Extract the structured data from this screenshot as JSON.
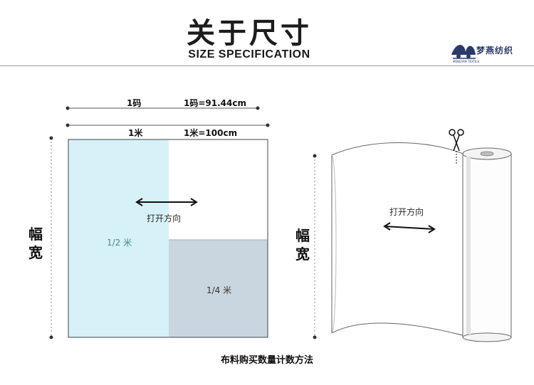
{
  "header": {
    "title_cn": "关于尺寸",
    "title_en": "SIZE SPECIFICATION",
    "logo_text": "梦燕纺织"
  },
  "left_diagram": {
    "yard_label": "1码",
    "yard_value": "1码=91.44cm",
    "meter_label": "1米",
    "meter_value": "1米=100cm",
    "direction_label": "打开方向",
    "half_label": "1/2 米",
    "quarter_label": "1/4 米",
    "width_label": "幅宽"
  },
  "right_diagram": {
    "direction_label": "打开方向",
    "width_label": "幅宽"
  },
  "caption": "布料购买数量计数方法",
  "colors": {
    "half_fill": "#d6f1f7",
    "quarter_fill": "#c9d6e0",
    "line": "#555555",
    "text": "#111111"
  }
}
